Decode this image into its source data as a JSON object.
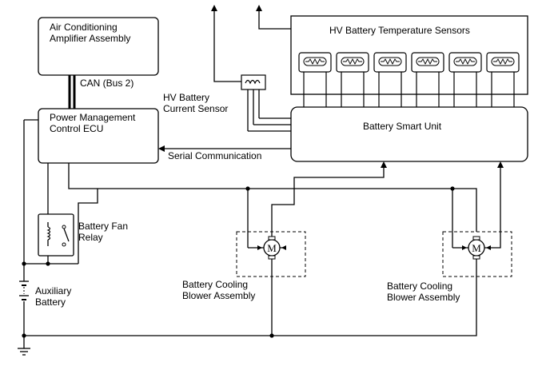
{
  "labels": {
    "ac_amp": "Air Conditioning Amplifier Assembly",
    "can_bus": "CAN (Bus 2)",
    "pm_ecu": "Power Management Control ECU",
    "hv_current_sensor": "HV Battery Current Sensor",
    "temp_sensors": "HV Battery Temperature Sensors",
    "smart_unit": "Battery Smart Unit",
    "serial_comm": "Serial Communication",
    "fan_relay": "Battery Fan Relay",
    "aux_battery": "Auxiliary Battery",
    "blower_1": "Battery Cooling Blower Assembly",
    "blower_2": "Battery Cooling Blower Assembly",
    "motor_symbol": "M"
  },
  "sensor_count": 6
}
